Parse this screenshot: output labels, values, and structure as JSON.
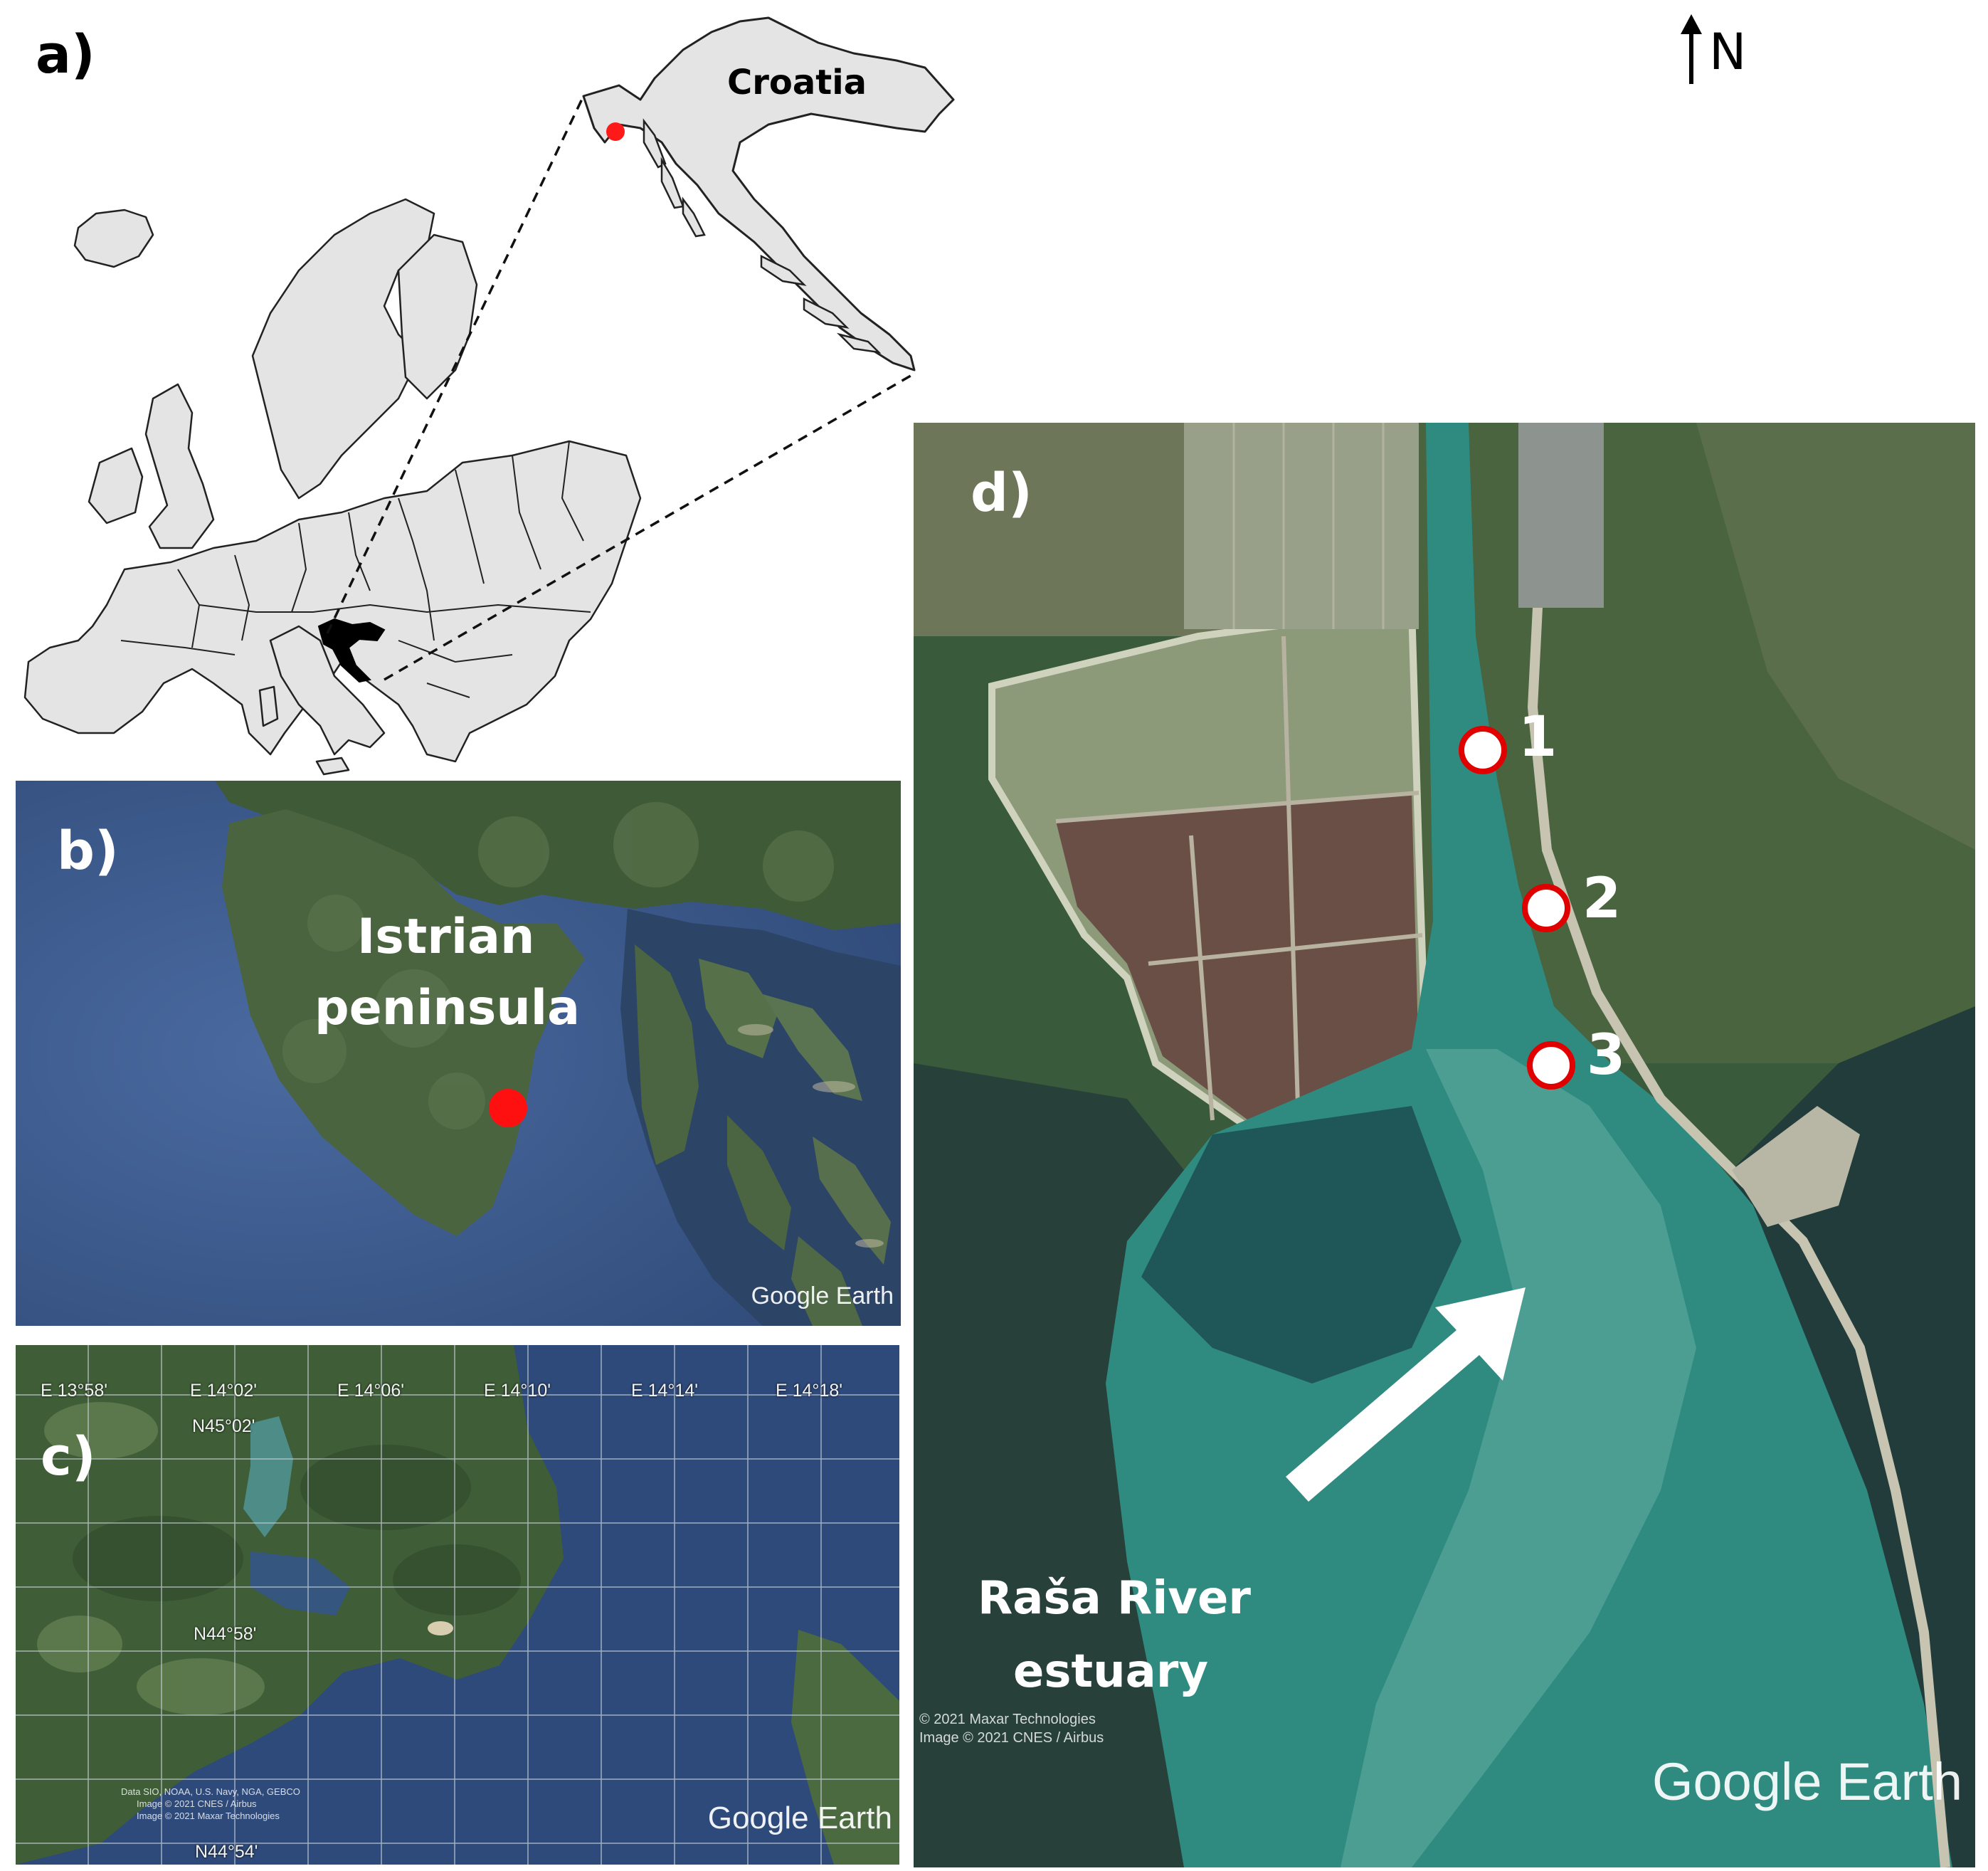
{
  "panels": {
    "a": {
      "label": "a)",
      "country_label": "Croatia"
    },
    "b": {
      "label": "b)",
      "region_label_line1": "Istrian",
      "region_label_line2": "peninsula",
      "watermark": "Google Earth"
    },
    "c": {
      "label": "c)",
      "lon_labels": [
        "E 13°58'",
        "E 14°02'",
        "E 14°06'",
        "E 14°10'",
        "E 14°14'",
        "E 14°18'"
      ],
      "lat_labels": [
        "N45°02'",
        "N44°58'",
        "N44°54'"
      ],
      "attribution": [
        "Data SIO, NOAA, U.S. Navy, NGA, GEBCO",
        "Image © 2021 CNES / Airbus",
        "Image © 2021 Maxar Technologies"
      ],
      "watermark": "Google Earth"
    },
    "d": {
      "label": "d)",
      "north_label": "N",
      "sites": [
        "1",
        "2",
        "3"
      ],
      "estuary_label_line1": "Raša River",
      "estuary_label_line2": "estuary",
      "attribution": [
        "© 2021 Maxar Technologies",
        "Image © 2021 CNES / Airbus"
      ],
      "watermark": "Google Earth"
    }
  },
  "colors": {
    "land_fill": "#e4e4e4",
    "highlight_country": "#000000",
    "marker_red": "#ff1a1a",
    "sea": "#3b5a8a",
    "vegetation": "#3c5a38",
    "estuary_water": "#2f8b80"
  }
}
